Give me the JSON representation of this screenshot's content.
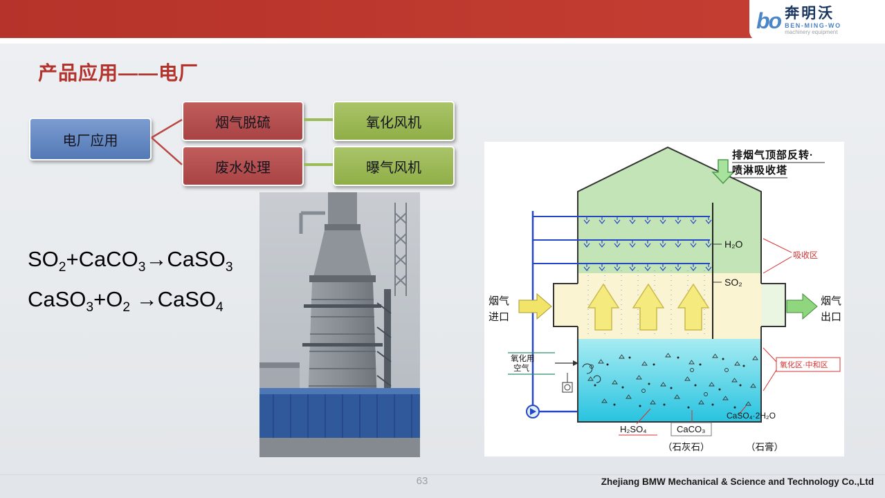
{
  "header": {
    "logo": {
      "mark": "bo",
      "cn": "奔明沃",
      "en": "BEN-MING-WO",
      "tagline": "machinery equipment"
    }
  },
  "title": "产品应用——电厂",
  "flowchart": {
    "root": "电厂应用",
    "branch1": "烟气脱硫",
    "branch2": "废水处理",
    "leaf1": "氧化风机",
    "leaf2": "曝气风机"
  },
  "equations": {
    "eq1": {
      "p1": "SO",
      "s1": "2",
      "p2": "+CaCO",
      "s2": "3",
      "p3": "→CaSO",
      "s3": "3"
    },
    "eq2": {
      "p1": "CaSO",
      "s1": "3",
      "p2": "+O",
      "s2": "2",
      "p3": " →CaSO",
      "s3": "4"
    }
  },
  "diagram": {
    "title_line1": "排烟气顶部反转·",
    "title_line2": "喷淋吸收塔",
    "h2o": "H₂O",
    "so2": "SO₂",
    "absorb_zone": "吸收区",
    "inlet_line1": "烟气",
    "inlet_line2": "进口",
    "outlet_line1": "烟气",
    "outlet_line2": "出口",
    "air_line1": "氧化用",
    "air_line2": "空气",
    "oxid_zone": "氧化区·中和区",
    "h2so4": "H₂SO₄",
    "caco3": "CaCO₃",
    "caso4": "CaSO₄·2H₂O",
    "limestone": "（石灰石）",
    "gypsum": "（石膏）"
  },
  "footer": {
    "page_number": "63",
    "company": "Zhejiang BMW Mechanical & Science and Technology Co.,Ltd"
  },
  "colors": {
    "header_red": "#c03a30",
    "title_red": "#b3322b",
    "node_blue": "#5d83bd",
    "node_red": "#b24a49",
    "node_green": "#9cba57",
    "logo_blue": "#4a86c8",
    "diagram_red_label": "#d93030"
  }
}
